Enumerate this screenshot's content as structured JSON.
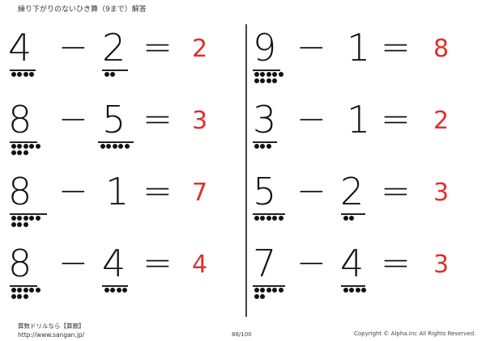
{
  "header": {
    "title": "繰り下がりのないひき算（9まで）解答"
  },
  "footer": {
    "brand": "算数ドリルなら【算願】",
    "url": "http://www.sangan.jp/",
    "page": "88/100",
    "copyright": "Copyright © Alpha.Inc All Rights Reserved."
  },
  "symbols": {
    "minus": "−",
    "equals": "="
  },
  "problems": [
    {
      "a": "4",
      "b": "2",
      "ans": "2"
    },
    {
      "a": "9",
      "b": "1",
      "ans": "8"
    },
    {
      "a": "8",
      "b": "5",
      "ans": "3"
    },
    {
      "a": "3",
      "b": "1",
      "ans": "2"
    },
    {
      "a": "8",
      "b": "1",
      "ans": "7"
    },
    {
      "a": "5",
      "b": "2",
      "ans": "3"
    },
    {
      "a": "8",
      "b": "4",
      "ans": "4"
    },
    {
      "a": "7",
      "b": "4",
      "ans": "3"
    }
  ],
  "colors": {
    "answer": "#e0302b",
    "text": "#111111"
  }
}
